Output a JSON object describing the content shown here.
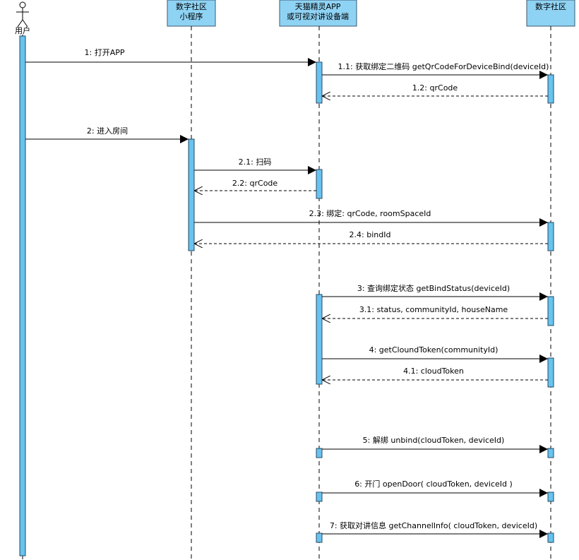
{
  "actor": {
    "label": "用户"
  },
  "participants": [
    {
      "id": "mini",
      "lines": [
        "数字社区",
        "小程序"
      ]
    },
    {
      "id": "app",
      "lines": [
        "天猫精灵APP",
        "或可视对讲设备端"
      ]
    },
    {
      "id": "community",
      "lines": [
        "数字社区"
      ]
    }
  ],
  "messages": [
    {
      "id": "m1",
      "label": "1: 打开APP",
      "from": "user",
      "to": "app",
      "type": "call"
    },
    {
      "id": "m1_1",
      "label": "1.1: 获取绑定二维码 getQrCodeForDeviceBind(deviceId)",
      "from": "app",
      "to": "community",
      "type": "call"
    },
    {
      "id": "m1_2",
      "label": "1.2: qrCode",
      "from": "community",
      "to": "app",
      "type": "reply"
    },
    {
      "id": "m2",
      "label": "2: 进入房间",
      "from": "user",
      "to": "mini",
      "type": "call"
    },
    {
      "id": "m2_1",
      "label": "2.1: 扫码",
      "from": "mini",
      "to": "app",
      "type": "call"
    },
    {
      "id": "m2_2",
      "label": "2.2: qrCode",
      "from": "app",
      "to": "mini",
      "type": "reply"
    },
    {
      "id": "m2_3",
      "label": "2.3: 绑定: qrCode, roomSpaceId",
      "from": "mini",
      "to": "community",
      "type": "call"
    },
    {
      "id": "m2_4",
      "label": "2.4: bindId",
      "from": "community",
      "to": "mini",
      "type": "reply"
    },
    {
      "id": "m3",
      "label": "3: 查询绑定状态 getBindStatus(deviceId)",
      "from": "app",
      "to": "community",
      "type": "call"
    },
    {
      "id": "m3_1",
      "label": "3.1: status, communityId, houseName",
      "from": "community",
      "to": "app",
      "type": "reply"
    },
    {
      "id": "m4",
      "label": "4: getCloundToken(communityId)",
      "from": "app",
      "to": "community",
      "type": "call"
    },
    {
      "id": "m4_1",
      "label": "4.1: cloudToken",
      "from": "community",
      "to": "app",
      "type": "reply"
    },
    {
      "id": "m5",
      "label": "5: 解绑 unbind(cloudToken, deviceId)",
      "from": "app",
      "to": "community",
      "type": "call"
    },
    {
      "id": "m6",
      "label": "6: 开门 openDoor( cloudToken, deviceId )",
      "from": "app",
      "to": "community",
      "type": "call"
    },
    {
      "id": "m7",
      "label": "7: 获取对讲信息 getChannelInfo( cloudToken, deviceId)",
      "from": "app",
      "to": "community",
      "type": "call"
    }
  ]
}
